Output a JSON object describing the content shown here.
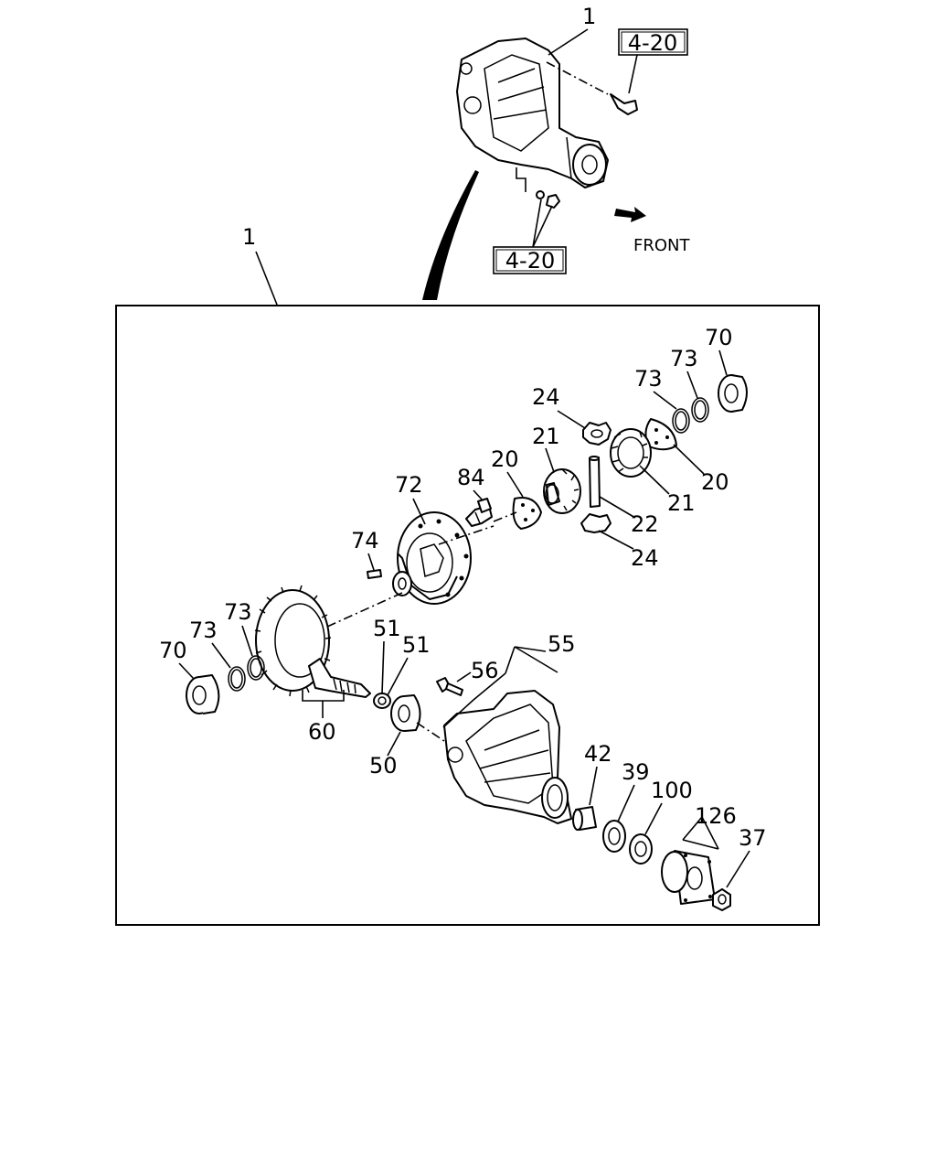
{
  "diagram": {
    "front_label": "FRONT",
    "reference_boxes": [
      {
        "id": "ref-top",
        "text": "4-20"
      },
      {
        "id": "ref-bottom",
        "text": "4-20"
      }
    ],
    "callouts": {
      "c1_top": "1",
      "c1_main": "1",
      "c70_right": "70",
      "c73_right_a": "73",
      "c73_right_b": "73",
      "c24_top": "24",
      "c21_left": "21",
      "c20_left": "20",
      "c84": "84",
      "c72": "72",
      "c20_right": "20",
      "c21_right": "21",
      "c22": "22",
      "c24_bottom": "24",
      "c74": "74",
      "c73_left_a": "73",
      "c73_left_b": "73",
      "c70_left": "70",
      "c51_a": "51",
      "c51_b": "51",
      "c55": "55",
      "c56": "56",
      "c60": "60",
      "c50": "50",
      "c42": "42",
      "c39": "39",
      "c100": "100",
      "c126": "126",
      "c37": "37"
    }
  }
}
